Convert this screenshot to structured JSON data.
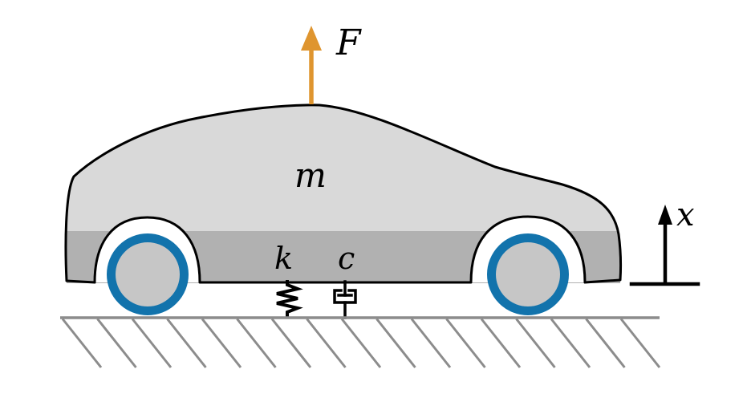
{
  "diagram": {
    "labels": {
      "force": "F",
      "mass": "m",
      "spring_constant": "k",
      "damping_coefficient": "c",
      "displacement_axis": "x"
    },
    "colors": {
      "force_arrow_orange": "#DF952F",
      "wheel_rim_blue": "#1273AC",
      "wheel_hub_gray": "#C6C6C6",
      "body_upper_gray": "#D9D9D9",
      "body_lower_gray": "#B1B1B1",
      "ground_gray": "#8C8C8C",
      "outline_black": "#000000"
    }
  }
}
